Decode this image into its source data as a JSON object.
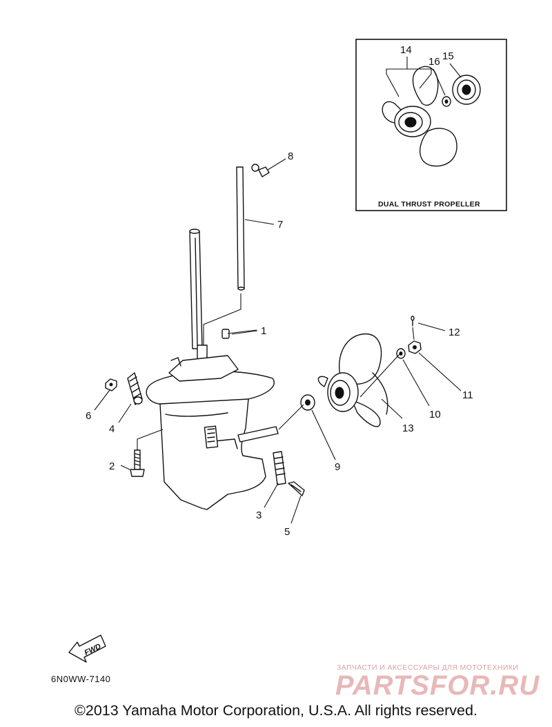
{
  "inset": {
    "caption": "DUAL THRUST PROPELLER",
    "callouts": [
      "14",
      "16",
      "15"
    ]
  },
  "callouts": [
    "1",
    "2",
    "3",
    "4",
    "5",
    "6",
    "7",
    "8",
    "9",
    "10",
    "11",
    "12",
    "13"
  ],
  "fwd_label": "FWD",
  "diagram_code": "6N0WW-7140",
  "watermark": {
    "line1": "ЗАПЧАСТИ И АКСЕССУАРЫ ДЛЯ МОТОТЕХНИКИ",
    "line2": "PARTSFOR.RU"
  },
  "copyright": "©2013 Yamaha Motor Corporation, U.S.A. All rights reserved."
}
